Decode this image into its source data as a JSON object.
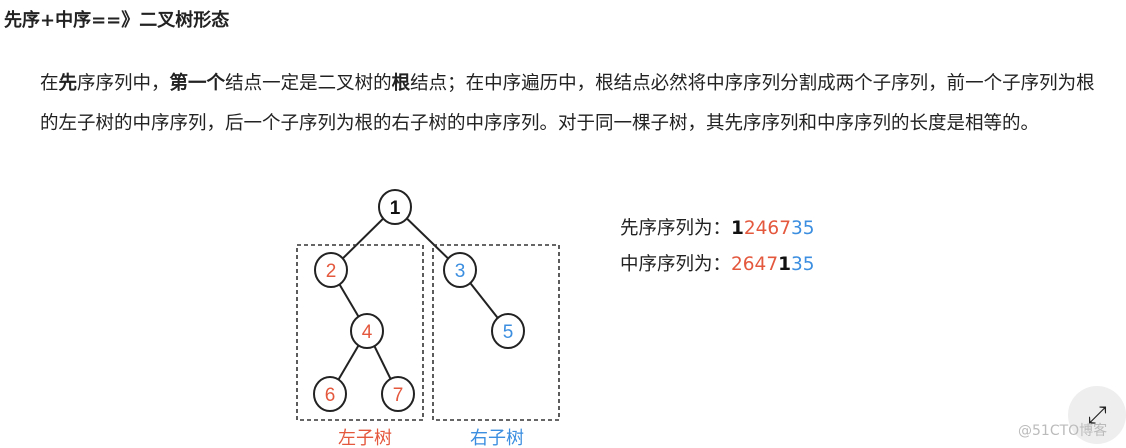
{
  "title": "先序+中序==》二叉树形态",
  "paragraph": {
    "p1": "在",
    "b1": "先",
    "p2": "序序列中，",
    "b2": "第一个",
    "p3": "结点一定是二叉树的",
    "b3": "根",
    "p4": "结点；在中序遍历中，根结点必然将中序序列分割成两个子序列，前一个子序列为根的左子树的中序序列，后一个子序列为根的右子树的中序序列。对于同一棵子树，其先序序列和中序序列的长度是相等的。"
  },
  "tree": {
    "nodes": [
      "1",
      "2",
      "3",
      "4",
      "5",
      "6",
      "7"
    ],
    "left_label": "左子树",
    "right_label": "右子树"
  },
  "preorder": {
    "label": "先序序列为：",
    "root": "1",
    "left": "2467",
    "right": "35"
  },
  "inorder": {
    "label": "中序序列为：",
    "left": "2647",
    "root": "1",
    "right": "35"
  },
  "colors": {
    "left": "#e4583e",
    "right": "#3b8ee0",
    "root": "#111111"
  },
  "expand_icon": "expand-arrows-icon",
  "watermark": "@51CTO博客"
}
